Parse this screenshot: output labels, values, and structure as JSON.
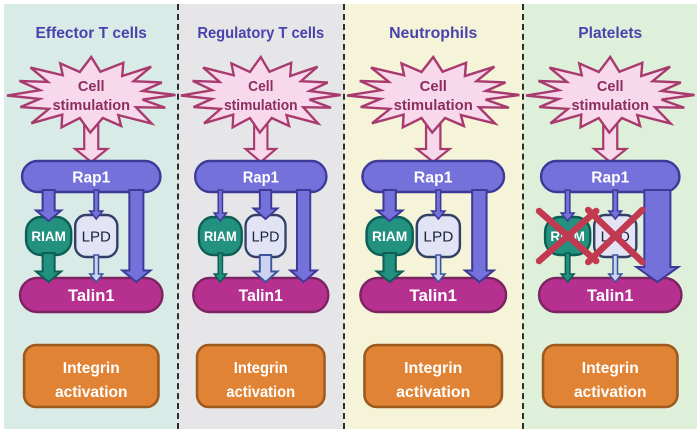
{
  "colors": {
    "panel_title_text": "#4a43ae",
    "divider": "#2d2d2d",
    "starburst_fill": "#f8d9ec",
    "starburst_stroke": "#a83a6e",
    "starburst_text": "#8c2d5f",
    "rap1_fill": "#7471db",
    "rap1_stroke": "#3d3996",
    "riam_fill": "#23917f",
    "riam_stroke": "#0d5e55",
    "lpd_fill": "#e2e3f5",
    "lpd_stroke": "#323f66",
    "lpd_text": "#1c2340",
    "lavender_arrow_fill": "#ccd3f0",
    "lavender_arrow_stroke": "#3b549e",
    "talin_fill": "#b63090",
    "talin_stroke": "#7c2361",
    "integrin_fill": "#e08334",
    "integrin_stroke": "#9c5a1e",
    "cross_out": "#c23a50",
    "node_text": "#ffffff"
  },
  "labels": {
    "stimulus_line1": "Cell",
    "stimulus_line2": "stimulation",
    "rap1": "Rap1",
    "riam": "RIAM",
    "lpd": "LPD",
    "talin": "Talin1",
    "integrin_line1": "Integrin",
    "integrin_line2": "activation"
  },
  "panels": [
    {
      "title": "Effector T cells",
      "bg": "#d8ebe7",
      "arrows": {
        "rap1_to_riam": "thick",
        "rap1_to_lpd": "thin",
        "riam_to_talin1": "thick",
        "lpd_to_talin1": "thin",
        "rap1_to_talin1_direct": "thick"
      },
      "riam_lpd_crossed_out": false
    },
    {
      "title": "Regulatory T cells",
      "bg": "#e6e5e8",
      "arrows": {
        "rap1_to_riam": "thin",
        "rap1_to_lpd": "thick",
        "riam_to_talin1": "thin",
        "lpd_to_talin1": "thick",
        "rap1_to_talin1_direct": "thick"
      },
      "riam_lpd_crossed_out": false
    },
    {
      "title": "Neutrophils",
      "bg": "#f5f4d9",
      "arrows": {
        "rap1_to_riam": "thick",
        "rap1_to_lpd": "thin",
        "riam_to_talin1": "thick",
        "lpd_to_talin1": "thin",
        "rap1_to_talin1_direct": "thick"
      },
      "riam_lpd_crossed_out": false
    },
    {
      "title": "Platelets",
      "bg": "#dff0da",
      "arrows": {
        "rap1_to_riam": "thin",
        "rap1_to_lpd": "thin",
        "riam_to_talin1": "thin",
        "lpd_to_talin1": "thin",
        "rap1_to_talin1_direct": "extra_thick"
      },
      "riam_lpd_crossed_out": true
    }
  ]
}
